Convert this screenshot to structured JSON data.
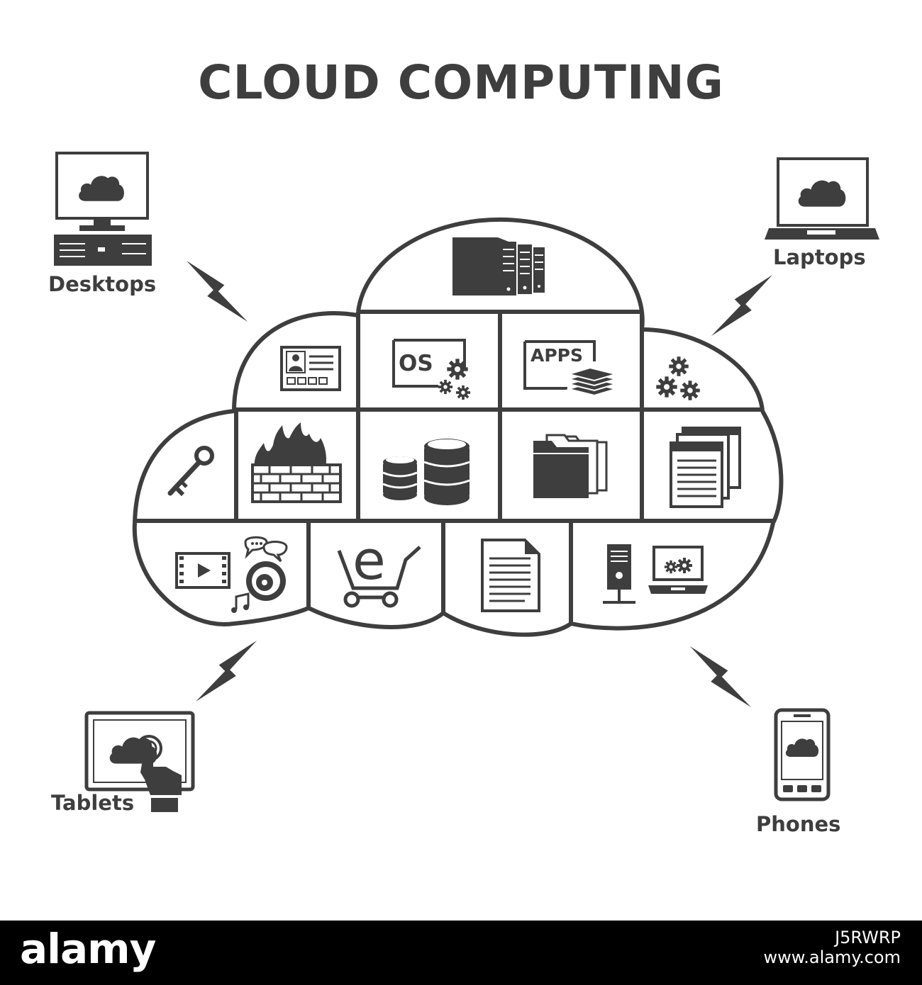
{
  "title": "CLOUD COMPUTING",
  "devices": {
    "desktops": "Desktops",
    "laptops": "Laptops",
    "tablets": "Tablets",
    "phones": "Phones"
  },
  "cloud_tiles": {
    "os_label": "OS",
    "apps_label": "APPS",
    "ecommerce_letter": "e"
  },
  "watermark": {
    "brand": "alamy",
    "image_id": "J5RWRP",
    "url": "www.alamy.com"
  },
  "colors": {
    "ink": "#3e3e3e",
    "background": "#ffffff",
    "footer": "#000000"
  },
  "icons": [
    "server-rack-icon",
    "id-card-icon",
    "os-gears-icon",
    "apps-stack-icon",
    "gears-icon",
    "key-icon",
    "firewall-icon",
    "database-icon",
    "folders-icon",
    "windows-icon",
    "media-icon",
    "ecommerce-cart-icon",
    "document-icon",
    "network-server-laptop-icon",
    "desktop-computer-icon",
    "laptop-icon",
    "tablet-touch-icon",
    "smartphone-icon",
    "lightning-icon"
  ]
}
